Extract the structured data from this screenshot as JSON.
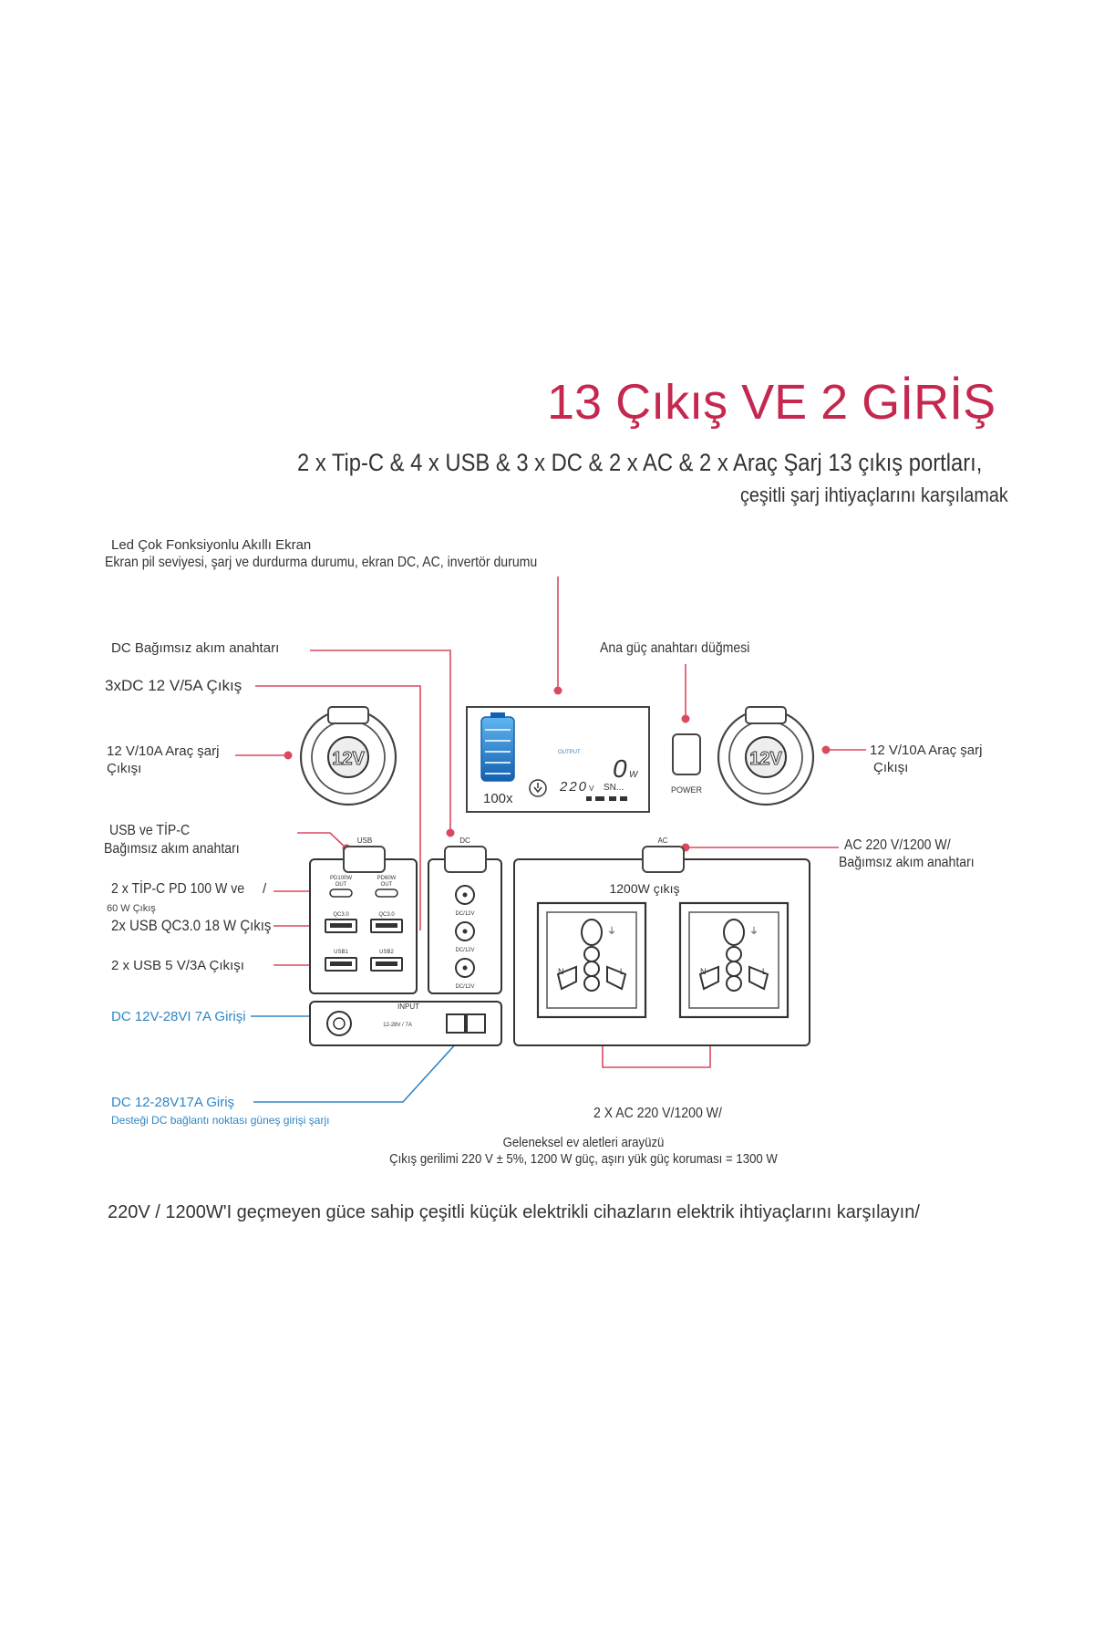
{
  "header": {
    "title": "13 Çıkış VE 2 GİRİŞ",
    "subtitle_line1": "2 x Tip-C & 4 x USB & 3 x DC & 2 x AC & 2 x Araç Şarj 13 çıkış portları,",
    "subtitle_line2": "çeşitli şarj ihtiyaçlarını karşılamak"
  },
  "labels": {
    "led_title": "Led Çok Fonksiyonlu Akıllı Ekran",
    "led_desc": "Ekran pil seviyesi, şarj ve durdurma durumu, ekran DC, AC, invertör durumu",
    "dc_switch": "DC Bağımsız akım anahtarı",
    "dc_out": "3xDC 12 V/5A Çıkış",
    "main_power": "Ana güç anahtarı düğmesi",
    "car_left_1": "12 V/10A Araç şarj",
    "car_left_2": "Çıkışı",
    "car_right_1": "12 V/10A Araç şarj",
    "car_right_2": "Çıkışı",
    "usb_switch_1": "USB ve TİP-C",
    "usb_switch_2": "Bağımsız akım anahtarı",
    "ac_switch_1": "AC 220 V/1200 W/",
    "ac_switch_2": "Bağımsız akım anahtarı",
    "typec": "2 x TİP-C PD 100 W ve",
    "typec_slash": "/",
    "typec_60": "60 W Çıkış",
    "qc": "2x USB QC3.0 18 W Çıkış",
    "usb5v": "2 x USB 5 V/3A Çıkışı",
    "dc_in_1": "DC 12V-28VI 7A Girişi",
    "dc_in_2": "DC 12-28V17A Giriş",
    "dc_in_2_desc": "Desteği DC bağlantı noktası güneş girişi şarjı",
    "ac_out": "2 X AC 220 V/1200 W/",
    "trad_1": "Geleneksel ev aletleri arayüzü",
    "trad_2": "Çıkış gerilimi 220 V ± 5%, 1200 W güç, aşırı yük güç koruması = 1300 W",
    "bottom": "220V / 1200W'I geçmeyen güce sahip çeşitli küçük elektrikli cihazların elektrik ihtiyaçlarını karşılayın/"
  },
  "device": {
    "car_socket_label": "12V",
    "display_percent": "100x",
    "display_output": "OUTPUT",
    "display_watts": "0",
    "display_w_unit": "W",
    "display_volts": "220",
    "display_v_unit": "V",
    "display_sn": "SN...",
    "power_button_label": "POWER",
    "usb_tab": "USB",
    "dc_tab": "DC",
    "ac_tab": "AC",
    "pd_left": "PD100W",
    "pd_right": "PD60W",
    "pd_out": "OUT",
    "qc_left": "QC3.0",
    "qc_right": "QC3.0",
    "usb1": "USB1",
    "usb2": "USB2",
    "dc_port_label": "DC/12V",
    "input_label": "INPUT",
    "input_spec": "12-28V / 7A",
    "ac_power_label": "1200W çıkış",
    "socket_n": "N",
    "socket_l": "L",
    "socket_e": "⏚"
  },
  "colors": {
    "accent": "#c4284f",
    "leader": "#d94a5f",
    "blue_leader": "#2f85c4",
    "device_line": "#333333",
    "battery": "#1f78c8"
  }
}
